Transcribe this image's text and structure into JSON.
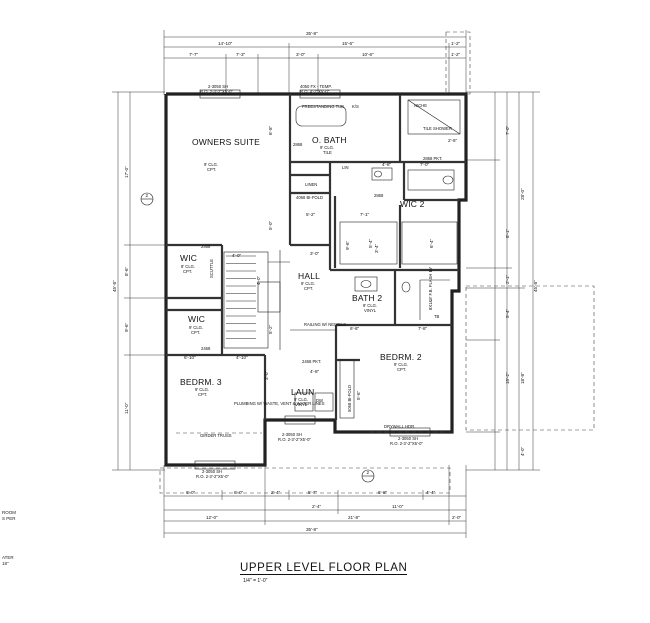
{
  "title": "UPPER LEVEL FLOOR PLAN",
  "scale": "1/4\" = 1'-0\"",
  "rooms": {
    "owners_suite": {
      "name": "OWNERS SUITE",
      "lines": [
        "9' CLG.",
        "CPT."
      ]
    },
    "o_bath": {
      "name": "O. BATH",
      "lines": [
        "9' CLG.",
        "TILE"
      ]
    },
    "wic1": {
      "name": "WIC",
      "lines": [
        "8' CLG.",
        "CPT."
      ]
    },
    "wic2": {
      "name": "WIC 2",
      "lines": []
    },
    "wic3": {
      "name": "WIC",
      "lines": [
        "9' CLG.",
        "CPT."
      ]
    },
    "hall": {
      "name": "HALL",
      "lines": [
        "9' CLG.",
        "CPT."
      ]
    },
    "bath2": {
      "name": "BATH 2",
      "lines": [
        "9' CLG.",
        "VINYL"
      ]
    },
    "bedrm2": {
      "name": "BEDRM. 2",
      "lines": [
        "9' CLG.",
        "CPT."
      ]
    },
    "bedrm3": {
      "name": "BEDRM. 3",
      "lines": [
        "9' CLG.",
        "CPT."
      ]
    },
    "laun": {
      "name": "LAUN",
      "lines": [
        "9' CLG.",
        "VINYL"
      ]
    }
  },
  "labels": {
    "linen": "LINEN",
    "tile_shower": "TILE SHOWER",
    "scuttle": "SCUTTLE",
    "railing": "RAILING W/ NEWELS",
    "girder": "GIRDER TRUSS",
    "plumbing": "PLUMBING W/ WASTE, VENT & WATER LINES",
    "drywall": "DRYWALL HDR.",
    "freestanding_tub": "FREESTANDING TUB",
    "ks": "K/S",
    "lin": "LIN",
    "dw": "DW",
    "tb": "TB",
    "niche": "NICHE",
    "bifold1": "4068 BI-FOLD",
    "bifold2": "5068 BI-FOLD",
    "soffit": "8X1&8' F.B. FLASH BY",
    "door_2868": "2868",
    "door_2468": "2468",
    "door_2468_pkt": "2468 PKT.",
    "door_2868_pkt": "2868 PKT.",
    "win_top1": "2-3050 SH",
    "win_top1_ro": "R.O. 2-3'-2\"X5'-0\"",
    "win_top2": "4050 FX - TEMP.",
    "win_top2_ro": "R.O. 4'-2\"X5'-0\"",
    "win_bot1": "2-3050 SH",
    "win_bot1_ro": "R.O. 2-3'-2\"X5'-0\"",
    "win_bot2": "2-3050 SH",
    "win_bot2_ro": "R.O. 2-3'-2\"X5'-0\"",
    "win_bot3": "2-3050 SH",
    "win_bot3_ro": "R.O. 2-3'-2\"X5'-0\"",
    "section_a": "2",
    "section_b": "2",
    "left_note1": "ROOM",
    "left_note2": "S PER",
    "left_note3": "ATER",
    "left_note4": "18\""
  },
  "dims": {
    "overall_top": "35'-8\"",
    "top_a": "14'-10\"",
    "top_b": "15'-6\"",
    "top_c": "1'-2\"",
    "top_r2a": "7'-7\"",
    "top_r2b": "7'-3\"",
    "top_r2c": "3'-0\"",
    "top_r2d": "10'-6\"",
    "top_r2e": "1'-2\"",
    "overall_bot": "35'-8\"",
    "bot_a": "12'-0\"",
    "bot_b": "21'-8\"",
    "bot_c": "2'-0\"",
    "bot_r1a": "6'-0\"",
    "bot_r1b": "6'-0\"",
    "bot_r1c": "2'-4\"",
    "bot_r1d": "5'-7\"",
    "bot_r1e": "6'-8\"",
    "bot_r1f": "4'-4\"",
    "bot_r2a": "2'-4\"",
    "bot_r2b": "11'-0\"",
    "left_overall": "45'-8\"",
    "left_a": "17'-0\"",
    "left_b": "8'-6\"",
    "left_c": "9'-6\"",
    "left_d": "11'-0\"",
    "right_overall": "45'-8\"",
    "right_a": "28'-0\"",
    "right_b": "7'-0\"",
    "right_c": "8'-1\"",
    "right_d": "2'-1\"",
    "right_e": "5'-4\"",
    "right_f": "15'-2\"",
    "right_g": "18'-8\"",
    "right_h": "4'-0\"",
    "in_1": "6'-8\"",
    "in_2": "5'-0\"",
    "in_3": "5'-2\"",
    "in_4": "3'-0\"",
    "in_5": "4'-0\"",
    "in_6": "2'-6\"",
    "in_7": "4'-8\"",
    "in_8": "7'-0\"",
    "in_9": "7'-1\"",
    "in_10": "5'-4\"",
    "in_11": "6'-4\"",
    "in_12": "6'-10\"",
    "in_13": "4'-10\"",
    "in_14": "4'-8\"",
    "in_15": "7'-8\"",
    "in_16": "3'-4\"",
    "in_17": "5'-2\"",
    "in_18": "6'-8\"",
    "in_19": "9'-6\"",
    "in_20": "5'-6\"",
    "in_21": "4'-0\"",
    "in_22": "3'-0\""
  }
}
